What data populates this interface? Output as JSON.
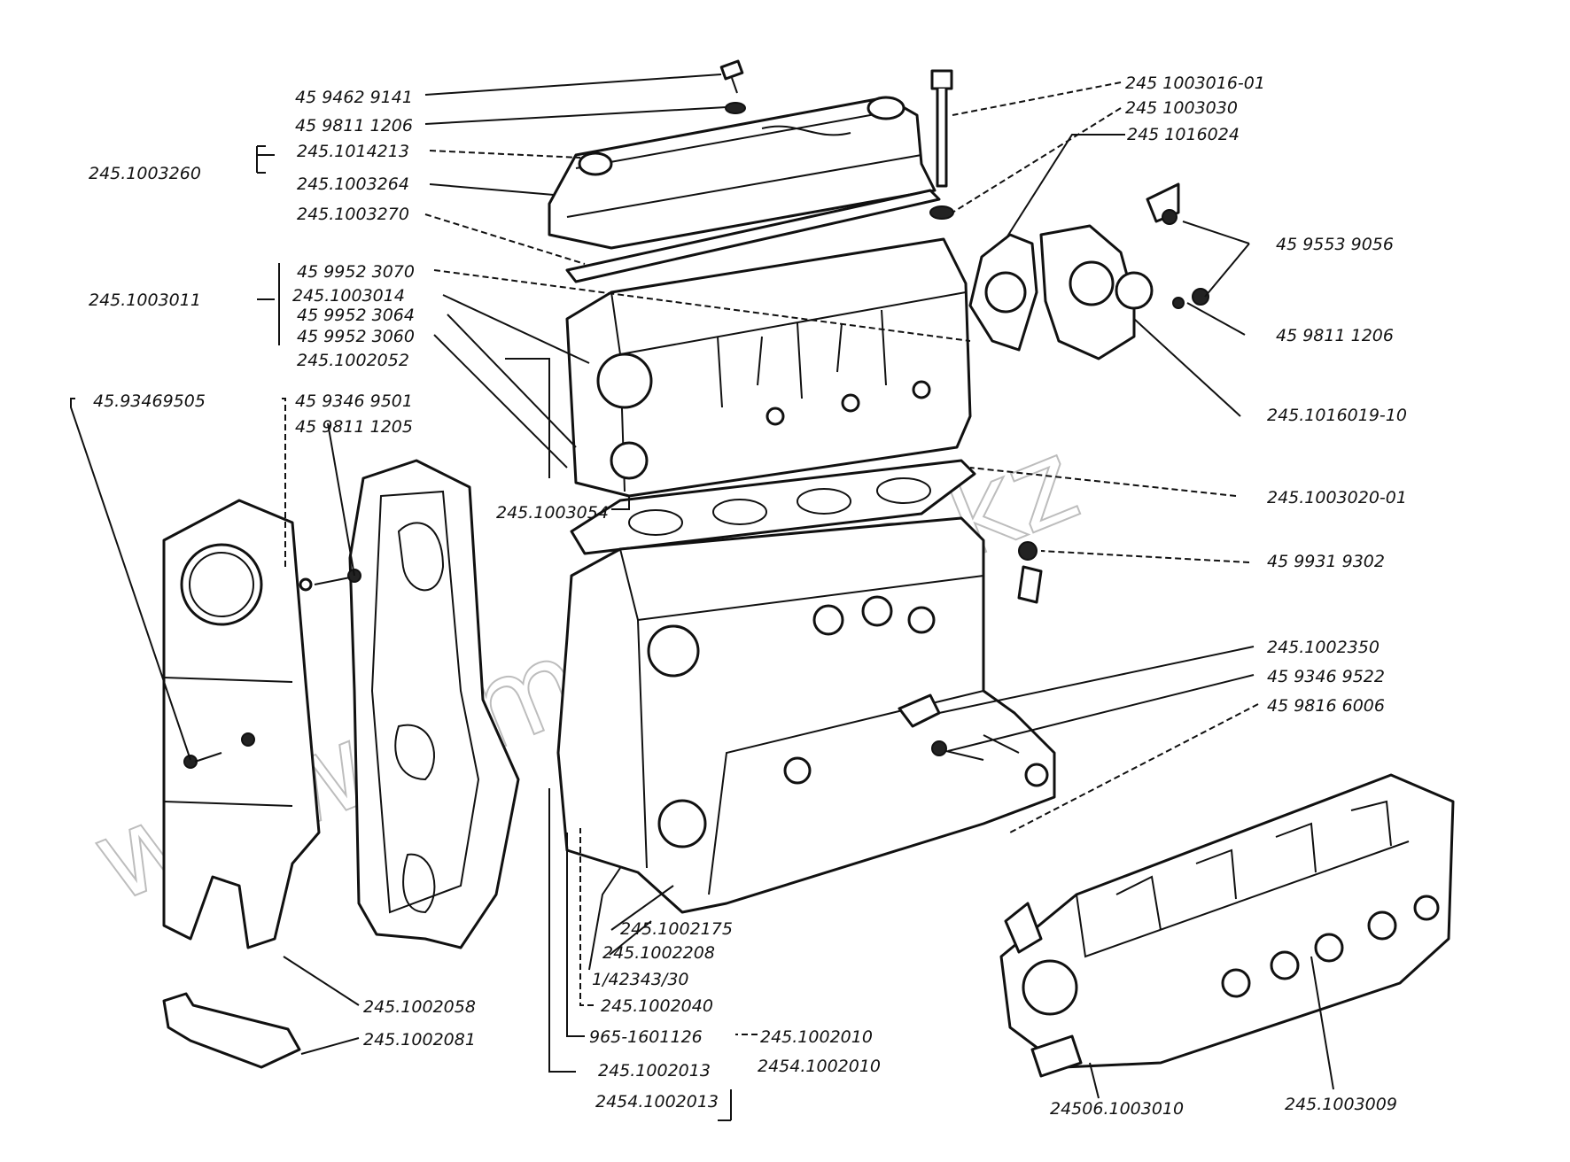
{
  "labels": {
    "l1": "45 9462 9141",
    "l2": "45 9811 1206",
    "l3": "245.1014213",
    "l4": "245.1003264",
    "l5": "245.1003260",
    "l6": "245.1003270",
    "l7": "45 9952 3070",
    "l8": "245.1003014",
    "l9": "45 9952 3064",
    "l10": "45 9952 3060",
    "l11": "245.1003011",
    "l12": "245.1002052",
    "l13": "45.93469505",
    "l14": "45 9346 9501",
    "l15": "45 9811 1205",
    "l16": "245.1003054",
    "l17": "245 1003016-01",
    "l18": "245 1003030",
    "l19": "245 1016024",
    "l20": "45 9553 9056",
    "l21": "45 9811 1206",
    "l22": "245.1016019-10",
    "l23": "245.1003020-01",
    "l24": "45 9931 9302",
    "l25": "245.1002350",
    "l26": "45 9346 9522",
    "l27": "45 9816 6006",
    "l28": "245.1002175",
    "l29": "245.1002208",
    "l30": "1/42343/30",
    "l31": "245.1002040",
    "l32": "965-1601126",
    "l33": "245.1002010",
    "l34": "2454.1002010",
    "l35": "245.1002013",
    "l36": "2454.1002013",
    "l37": "245.1002058",
    "l38": "245.1002081",
    "l39": "24506.1003010",
    "l40": "245.1003009"
  },
  "watermark": "www.simon-too.kz"
}
